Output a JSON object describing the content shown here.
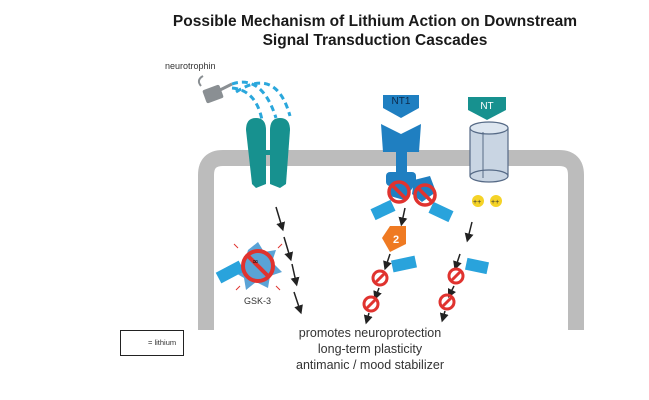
{
  "title_line1": "Possible Mechanism of Lithium Action on Downstream",
  "title_line2": "Signal Transduction Cascades",
  "labels": {
    "neurotrophin": "neurotrophin",
    "gsk3": "GSK-3",
    "nt1": "NT1",
    "nt": "NT",
    "step2": "2"
  },
  "outcomes": [
    "promotes neuroprotection",
    "long-term plasticity",
    "antimanic / mood stabilizer"
  ],
  "legend": {
    "label": "= lithium"
  },
  "colors": {
    "membrane": "#bcbcbc",
    "receptor_teal": "#17918f",
    "receptor_blue": "#1f7fc1",
    "lithium_blue": "#29a3dc",
    "inhibit_red": "#e0332f",
    "orange_kinase": "#ef7a22",
    "ion_yellow": "#f5d327",
    "channel_gray": "#c9d5e3"
  }
}
